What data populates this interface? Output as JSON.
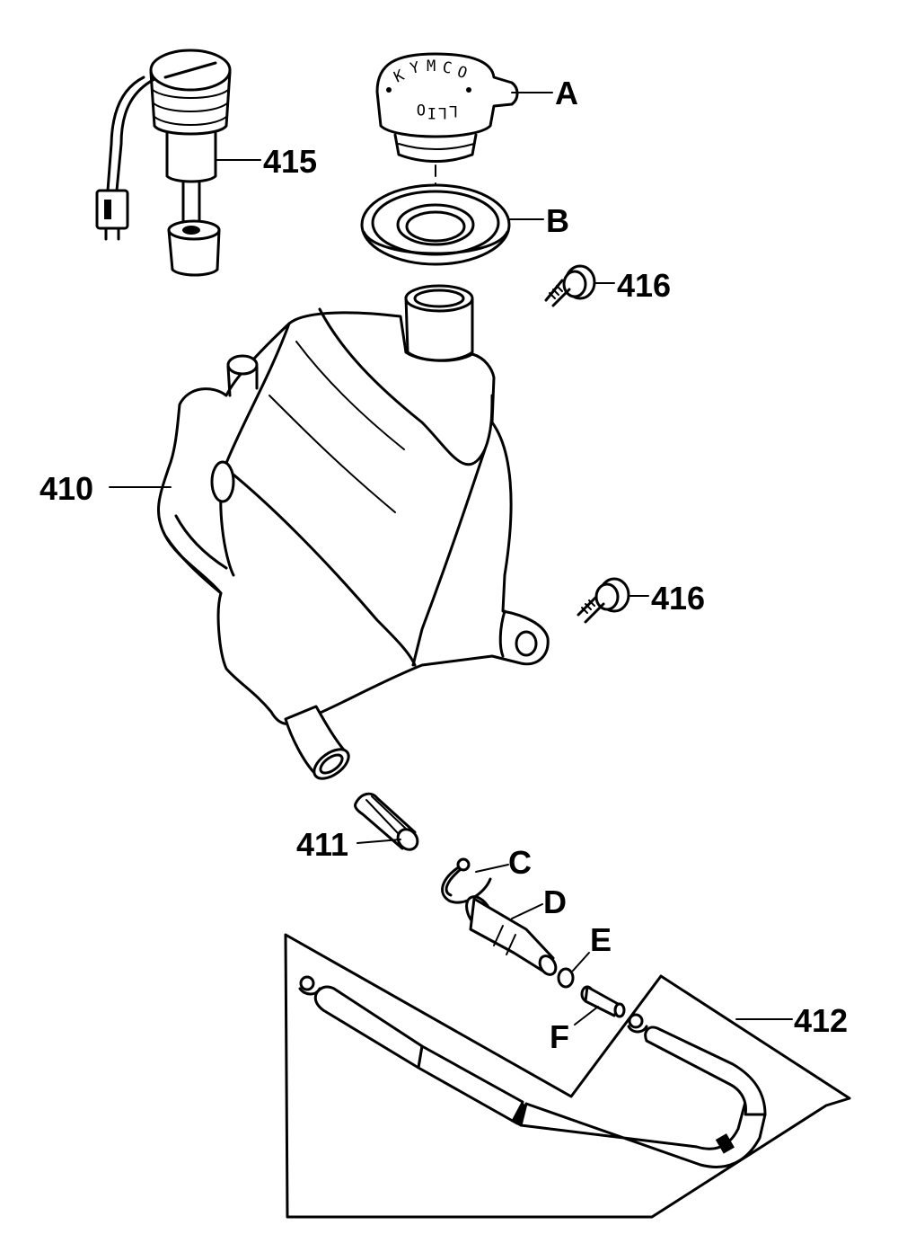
{
  "callouts": {
    "p415": "415",
    "pA": "A",
    "pB": "B",
    "p416_top": "416",
    "p410": "410",
    "p416_mid": "416",
    "p411": "411",
    "pC": "C",
    "pD": "D",
    "pE": "E",
    "pF": "F",
    "p412": "412"
  },
  "cap_text": {
    "k": "K",
    "y": "Y",
    "m": "M",
    "c": "C",
    "o_top": "O",
    "o_bottom": "O",
    "i": "I",
    "l1": "L",
    "l2": "L"
  }
}
